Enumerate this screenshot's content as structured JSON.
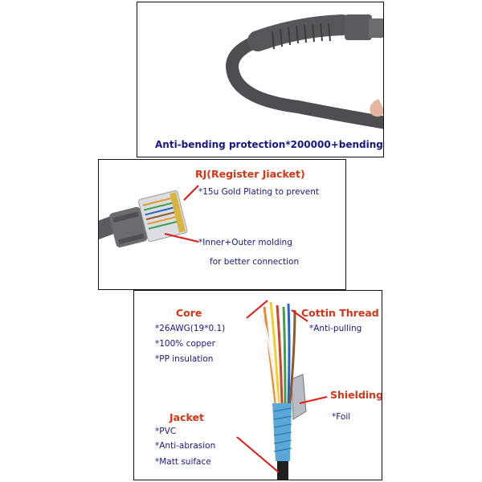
{
  "colors": {
    "title_red": "#d43515",
    "text_navy": "#17178a",
    "cable_grey": "#5e6063",
    "pointer_red": "#e01a10"
  },
  "panel_bend": {
    "caption": "Anti-bending protection*200000+bending"
  },
  "panel_plug": {
    "title": "RJ(Register Jiacket)",
    "note1": "*15u Gold Plating to prevent",
    "note2": "*Inner+Outer molding",
    "note3": "for better connection"
  },
  "panel_cable": {
    "core_title": "Core",
    "core_lines": [
      "*26AWG(19*0.1)",
      "*100% copper",
      "*PP insulation"
    ],
    "thread_title": "Cottin Thread",
    "thread_line": "*Anti-pulling",
    "shield_title": "Shielding",
    "shield_line": "*Foil",
    "jacket_title": "Jacket",
    "jacket_lines": [
      "*PVC",
      "*Anti-abrasion",
      "*Matt suiface"
    ]
  }
}
